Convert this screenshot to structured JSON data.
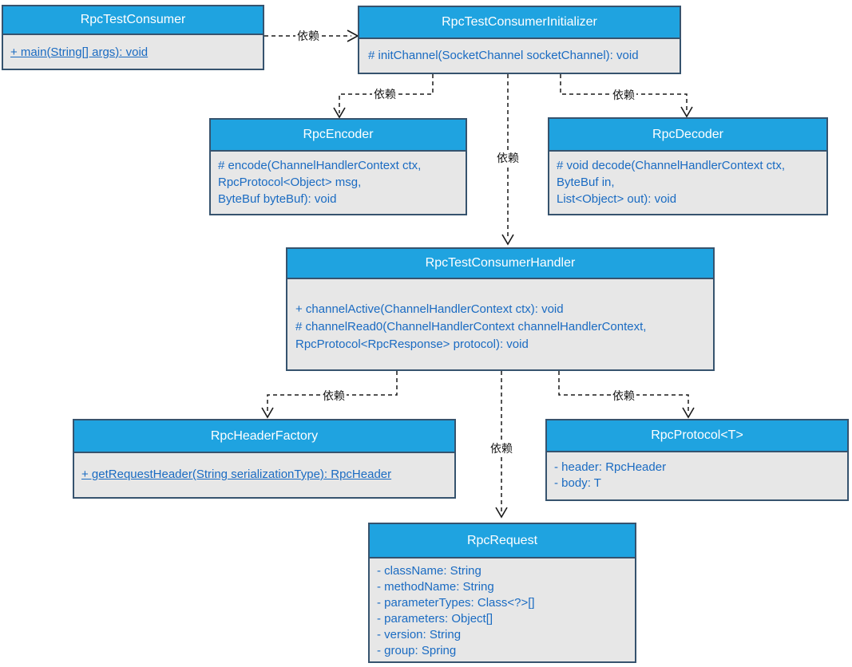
{
  "diagram_type": "uml-class-diagram",
  "colors": {
    "class_header_fill": "#1FA3E0",
    "class_body_fill": "#E7E7E7",
    "class_border": "#36536E",
    "member_text": "#1A6BC2",
    "title_text": "#FFFFFF",
    "arrow": "#1A1A1A"
  },
  "classes": {
    "consumer": {
      "title": "RpcTestConsumer",
      "members": [
        "+ main(String[] args): void"
      ]
    },
    "initializer": {
      "title": "RpcTestConsumerInitializer",
      "members": [
        "# initChannel(SocketChannel socketChannel): void"
      ]
    },
    "encoder": {
      "title": "RpcEncoder",
      "members": [
        "# encode(ChannelHandlerContext ctx,",
        "RpcProtocol<Object> msg,",
        "ByteBuf byteBuf): void"
      ]
    },
    "decoder": {
      "title": "RpcDecoder",
      "members": [
        "# void decode(ChannelHandlerContext ctx,",
        "ByteBuf in,",
        "List<Object> out): void"
      ]
    },
    "handler": {
      "title": "RpcTestConsumerHandler",
      "members": [
        "+ channelActive(ChannelHandlerContext ctx): void",
        "# channelRead0(ChannelHandlerContext channelHandlerContext,",
        "RpcProtocol<RpcResponse> protocol): void"
      ]
    },
    "header_factory": {
      "title": "RpcHeaderFactory",
      "members": [
        "+ getRequestHeader(String serializationType): RpcHeader"
      ]
    },
    "protocol": {
      "title": "RpcProtocol<T>",
      "members": [
        "- header: RpcHeader",
        "- body: T"
      ]
    },
    "request": {
      "title": "RpcRequest",
      "members": [
        "- className: String",
        "- methodName: String",
        "- parameterTypes: Class<?>[]",
        "- parameters: Object[]",
        "- version: String",
        "- group: Spring"
      ]
    }
  },
  "edges": [
    {
      "from": "RpcTestConsumer",
      "to": "RpcTestConsumerInitializer",
      "label": "依赖"
    },
    {
      "from": "RpcTestConsumerInitializer",
      "to": "RpcEncoder",
      "label": "依赖"
    },
    {
      "from": "RpcTestConsumerInitializer",
      "to": "RpcDecoder",
      "label": "依赖"
    },
    {
      "from": "RpcTestConsumerInitializer",
      "to": "RpcTestConsumerHandler",
      "label": "依赖"
    },
    {
      "from": "RpcTestConsumerHandler",
      "to": "RpcHeaderFactory",
      "label": "依赖"
    },
    {
      "from": "RpcTestConsumerHandler",
      "to": "RpcProtocol<T>",
      "label": "依赖"
    },
    {
      "from": "RpcTestConsumerHandler",
      "to": "RpcRequest",
      "label": "依赖"
    }
  ]
}
